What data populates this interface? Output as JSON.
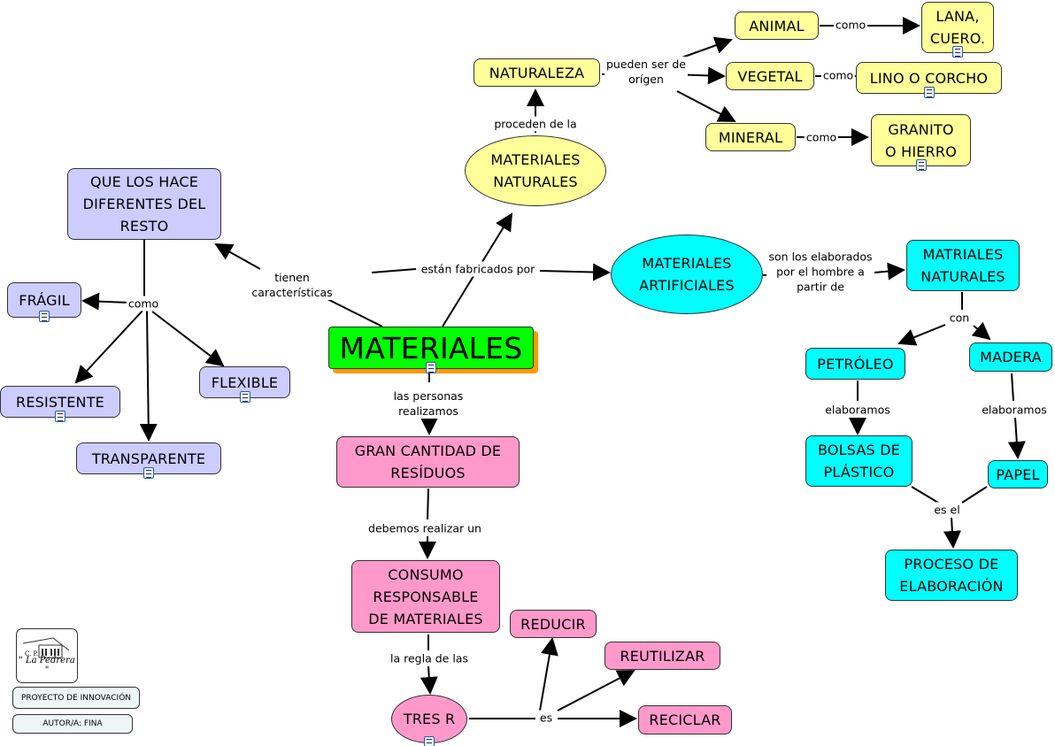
{
  "colors": {
    "yellow": "#ffff99",
    "lavender": "#ccccff",
    "cyan": "#00ffff",
    "pink": "#ff99cc",
    "green": "#00ff00",
    "shadow": "#ff9900"
  },
  "nodes": [
    {
      "id": "materiales",
      "label": "MATERIALES",
      "color": "green",
      "note": true
    },
    {
      "id": "materiales-naturales",
      "label": "MATERIALES\nNATURALES",
      "color": "yellow",
      "shape": "ellipse"
    },
    {
      "id": "naturaleza",
      "label": "NATURALEZA",
      "color": "yellow"
    },
    {
      "id": "animal",
      "label": "ANIMAL",
      "color": "yellow"
    },
    {
      "id": "lana-cuero",
      "label": "LANA,\nCUERO.",
      "color": "yellow",
      "note": true
    },
    {
      "id": "vegetal",
      "label": "VEGETAL",
      "color": "yellow"
    },
    {
      "id": "lino-corcho",
      "label": "LINO O CORCHO",
      "color": "yellow",
      "note": true
    },
    {
      "id": "mineral",
      "label": "MINERAL",
      "color": "yellow"
    },
    {
      "id": "granito-hierro",
      "label": "GRANITO\nO HIERRO",
      "color": "yellow",
      "note": true
    },
    {
      "id": "que-los-hace",
      "label": "QUE LOS HACE\nDIFERENTES DEL\nRESTO",
      "color": "lavender"
    },
    {
      "id": "fragil",
      "label": "FRÁGIL",
      "color": "lavender",
      "note": true
    },
    {
      "id": "resistente",
      "label": "RESISTENTE",
      "color": "lavender",
      "note": true
    },
    {
      "id": "flexible",
      "label": "FLEXIBLE",
      "color": "lavender",
      "note": true
    },
    {
      "id": "transparente",
      "label": "TRANSPARENTE",
      "color": "lavender",
      "note": true
    },
    {
      "id": "materiales-artificiales",
      "label": "MATERIALES\nARTIFICIALES",
      "color": "cyan",
      "shape": "ellipse"
    },
    {
      "id": "matriales-naturales",
      "label": "MATRIALES\nNATURALES",
      "color": "cyan"
    },
    {
      "id": "petroleo",
      "label": "PETRÓLEO",
      "color": "cyan"
    },
    {
      "id": "madera",
      "label": "MADERA",
      "color": "cyan"
    },
    {
      "id": "bolsas-plastico",
      "label": "BOLSAS DE\nPLÁSTICO",
      "color": "cyan"
    },
    {
      "id": "papel",
      "label": "PAPEL",
      "color": "cyan"
    },
    {
      "id": "proceso-elaboracion",
      "label": "PROCESO DE\nELABORACIÓN",
      "color": "cyan"
    },
    {
      "id": "gran-cantidad-residuos",
      "label": "GRAN CANTIDAD DE\nRESÍDUOS",
      "color": "pink"
    },
    {
      "id": "consumo-responsable",
      "label": "CONSUMO\nRESPONSABLE\nDE MATERIALES",
      "color": "pink"
    },
    {
      "id": "reducir",
      "label": "REDUCIR",
      "color": "pink"
    },
    {
      "id": "reutilizar",
      "label": "REUTILIZAR",
      "color": "pink"
    },
    {
      "id": "reciclar",
      "label": "RECICLAR",
      "color": "pink"
    },
    {
      "id": "tres-r",
      "label": "TRES R",
      "color": "pink",
      "shape": "ellipse",
      "note": true
    }
  ],
  "links": [
    {
      "id": "proceden-de-la",
      "label": "proceden  de la"
    },
    {
      "id": "pueden-ser-de-origen",
      "label": "pueden ser de\norígen"
    },
    {
      "id": "como-animal",
      "label": "como"
    },
    {
      "id": "como-vegetal",
      "label": "como"
    },
    {
      "id": "como-mineral",
      "label": "como"
    },
    {
      "id": "tienen-caracteristicas",
      "label": "tienen\ncaracterísticas"
    },
    {
      "id": "como-caracteristicas",
      "label": "como"
    },
    {
      "id": "estan-fabricados-por",
      "label": "están fabricados por"
    },
    {
      "id": "son-los-elaborados",
      "label": "son los elaborados\npor el hombre a\npartir de"
    },
    {
      "id": "con",
      "label": "con"
    },
    {
      "id": "elaboramos-petroleo",
      "label": "elaboramos"
    },
    {
      "id": "elaboramos-madera",
      "label": "elaboramos"
    },
    {
      "id": "es-el",
      "label": "es el"
    },
    {
      "id": "las-personas-realizamos",
      "label": "las personas\nrealizamos"
    },
    {
      "id": "debemos-realizar-un",
      "label": "debemos realizar un"
    },
    {
      "id": "la-regla-de-las",
      "label": "la regla de las"
    },
    {
      "id": "es",
      "label": "es"
    }
  ],
  "footer": {
    "logo_text": "\" La Pedrera \"",
    "logo_small": "C. P.",
    "project": "PROYECTO DE INNOVACIÓN",
    "author": "AUTOR/A: FINA"
  }
}
